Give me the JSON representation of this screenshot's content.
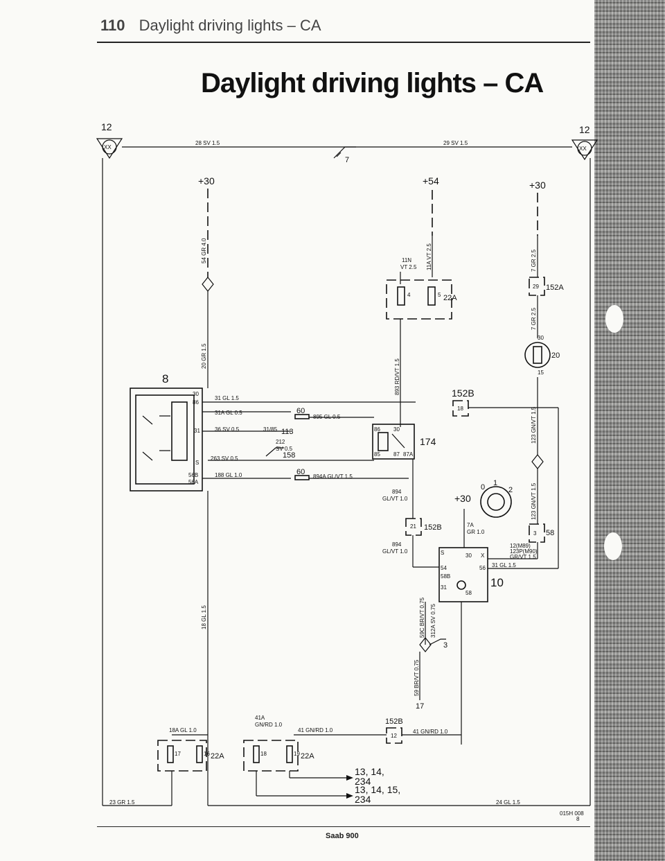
{
  "header": {
    "page_number": "110",
    "section": "Daylight driving lights – CA"
  },
  "title": "Daylight driving lights – CA",
  "footer": {
    "label": "Saab 900",
    "code": "015H 008",
    "code2": "8"
  },
  "ground_points": {
    "left_num": "12",
    "left_tag": "XX",
    "right_num": "12",
    "right_tag": "XX",
    "top_wire_left": "28 SV 1.5",
    "top_wire_right": "29 SV 1.5",
    "top_ground": "7"
  },
  "supplies": {
    "left": "+30",
    "mid": "+54",
    "right": "+30",
    "ign": "+30"
  },
  "wires": {
    "w54": "54 GR 4.0",
    "w20": "20 GR 1.5",
    "w11a": "11A VT 2.5",
    "w11n": "11N",
    "w11n_b": "VT 2.5",
    "w7a": "7 GR 2.5",
    "w7b": "7 GR 2.5",
    "w893": "893 RD/VT 1.5",
    "w123": "123 GN/VT 1.5",
    "w123b": "123 GN/VT 1.5",
    "w31": "31 GL 1.5",
    "w31a": "31A GL 0.5",
    "w895": "895 GL 0.5",
    "w36": "36 SV 0.5",
    "w3185": "31/85",
    "w212": "212",
    "w212b": "SV 0.5",
    "w263": "263 SV 0.5",
    "w188": "188 GL 1.0",
    "w894a": "894A GL/VT 1.5",
    "w894": "894",
    "w894b": "GL/VT 1.0",
    "w894c": "894",
    "w894d": "GL/VT 1.0",
    "w7A": "7A",
    "w7Ab": "GR 1.0",
    "w12a": "12(M89)",
    "w12b": "123P(M90)",
    "w12c": "GR/VT 1.5",
    "w31gl": "31 GL 1.5",
    "w59c": "59C BR/VT 0.75",
    "w312a": "312A SV 0.75",
    "w59": "59 BR/VT 0.75",
    "w18": "18 GL 1.5",
    "w18a": "18A GL 1.0",
    "w41a": "41A",
    "w41ab": "GN/RD 1.0",
    "w41": "41 GN/RD 1.0",
    "w41b": "41 GN/RD 1.0",
    "w23": "23 GR 1.5",
    "w24": "24 GL 1.5"
  },
  "components": {
    "c8": "8",
    "c22a": "22A",
    "c152a": "152A",
    "c20": "20",
    "c152b": "152B",
    "c174": "174",
    "c113": "113",
    "c158": "158",
    "c10": "10",
    "c3": "3",
    "c17": "17",
    "c58": "58",
    "c22a2": "22A",
    "c22a3": "22A",
    "c152b2": "152B",
    "c152b3": "152B",
    "c60a": "60",
    "c60b": "60"
  },
  "pins": {
    "relay": [
      "30",
      "86",
      "31",
      "S",
      "56B",
      "56A"
    ],
    "r174": [
      "86",
      "30",
      "85",
      "87",
      "87A"
    ],
    "sw10": [
      "S",
      "54",
      "58B",
      "31",
      "30",
      "X",
      "56",
      "58"
    ],
    "ign": [
      "0",
      "1",
      "2"
    ],
    "p4": "4",
    "p5": "5",
    "p29": "29",
    "p30": "30",
    "p15": "15",
    "p18": "18",
    "p21": "21",
    "p3": "3",
    "p12": "12",
    "p16": "16",
    "p17": "17",
    "p18b": "18",
    "p19": "19"
  },
  "refs": {
    "ref1": "13, 14,",
    "ref1b": "234",
    "ref2": "13, 14, 15,",
    "ref2b": "234"
  }
}
